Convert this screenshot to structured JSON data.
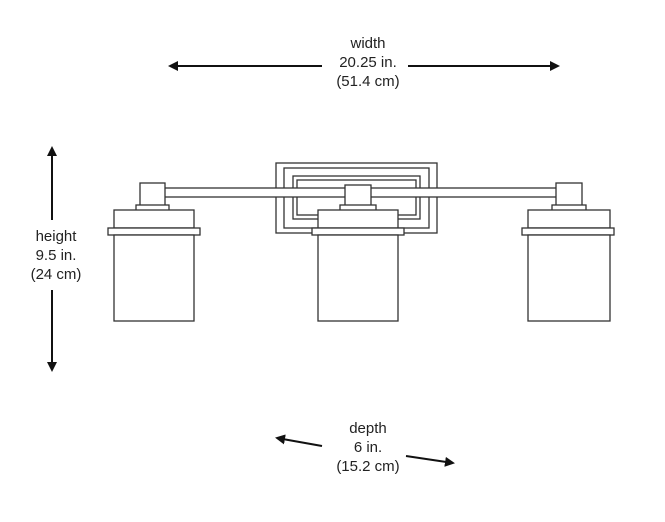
{
  "dimensions": {
    "width": {
      "label": "width",
      "imperial": "20.25 in.",
      "metric": "(51.4 cm)"
    },
    "height": {
      "label": "height",
      "imperial": "9.5 in.",
      "metric": "(24 cm)"
    },
    "depth": {
      "label": "depth",
      "imperial": "6 in.",
      "metric": "(15.2 cm)"
    }
  },
  "colors": {
    "line": "#333333",
    "arrow": "#111111",
    "background": "#ffffff"
  }
}
